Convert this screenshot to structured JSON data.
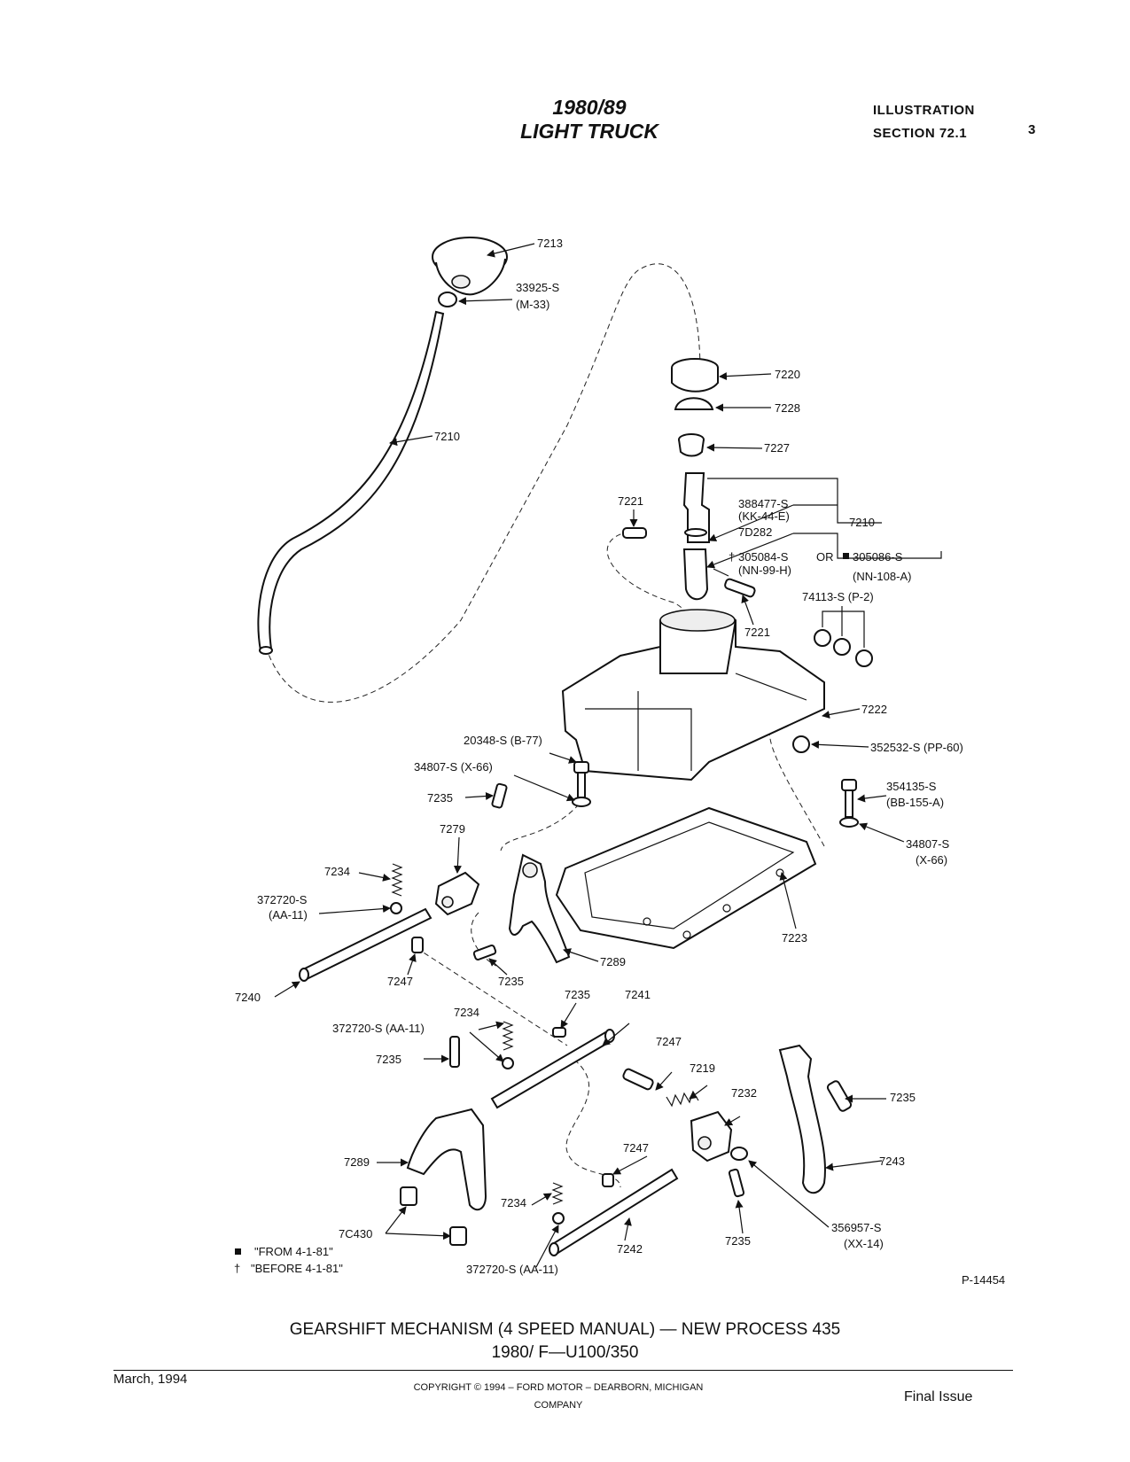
{
  "header": {
    "title_line1": "1980/89",
    "title_line2": "LIGHT TRUCK",
    "section_line1": "ILLUSTRATION",
    "section_line2": "SECTION 72.1",
    "section_number": "3"
  },
  "labels": {
    "l7213": "7213",
    "l33925": "33925-S",
    "lM33": "(M-33)",
    "l7220": "7220",
    "l7228": "7228",
    "l7227": "7227",
    "l7210a": "7210",
    "l7210b": "7210",
    "l7221a": "7221",
    "l388477": "388477-S",
    "lKK44E": "(KK-44-E)",
    "l7D282": "7D282",
    "l305084": "305084-S",
    "lOR": "OR",
    "l305086": "305086-S",
    "lNN99H": "(NN-99-H)",
    "lNN108A": "(NN-108-A)",
    "l74113": "74113-S (P-2)",
    "l7221b": "7221",
    "l7222": "7222",
    "l352532": "352532-S (PP-60)",
    "l20348": "20348-S (B-77)",
    "l34807a": "34807-S (X-66)",
    "l354135": "354135-S",
    "lBB155A": "(BB-155-A)",
    "l7235a": "7235",
    "l34807b": "34807-S",
    "lX66": "(X-66)",
    "l7279": "7279",
    "l7234a": "7234",
    "l372720a": "372720-S",
    "lAA11": "(AA-11)",
    "l7223": "7223",
    "l7247a": "7247",
    "l7235b": "7235",
    "l7289a": "7289",
    "l7240": "7240",
    "l7235c": "7235",
    "l7241": "7241",
    "l7234b": "7234",
    "l372720b": "372720-S (AA-11)",
    "l7235d": "7235",
    "l7247b": "7247",
    "l7219": "7219",
    "l7232": "7232",
    "l7235e": "7235",
    "l7243": "7243",
    "l7289b": "7289",
    "l7247c": "7247",
    "l7234c": "7234",
    "l7C430": "7C430",
    "lFROM": "\"FROM 4-1-81\"",
    "lBEFORE": "\"BEFORE 4-1-81\"",
    "l372720c": "372720-S (AA-11)",
    "l7242": "7242",
    "l7235f": "7235",
    "l356957": "356957-S",
    "lXX14": "(XX-14)",
    "lP14454": "P-14454"
  },
  "caption": {
    "line1": "GEARSHIFT MECHANISM (4 SPEED MANUAL) — NEW PROCESS 435",
    "line2": "1980/ F—U100/350"
  },
  "footer": {
    "date": "March, 1994",
    "copyright_line1": "COPYRIGHT © 1994 – FORD MOTOR – DEARBORN, MICHIGAN",
    "copyright_line2": "COMPANY",
    "status": "Final Issue"
  }
}
